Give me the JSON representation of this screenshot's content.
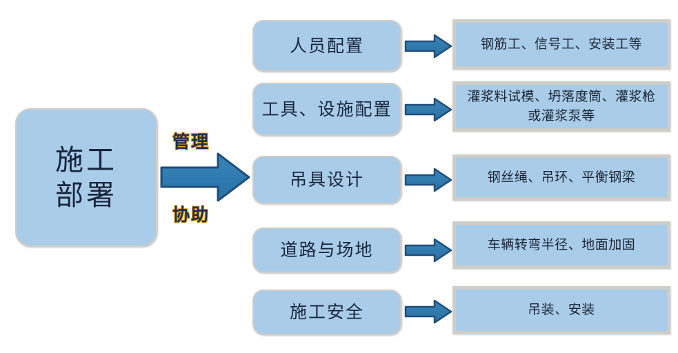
{
  "diagram": {
    "title_box": {
      "label": "施工\n部署",
      "line1": "施工",
      "line2": "部署"
    },
    "relation_labels": {
      "top": "管理",
      "bottom": "协助"
    },
    "colors": {
      "box_fill": "#a9cce8",
      "box_border": "#cfcdc8",
      "detail_border": "#cdcdc9",
      "arrow_fill": "#2e7ab0",
      "arrow_stroke": "#1f4e79",
      "text": "#17253c",
      "label_outline": "#e8a21c",
      "background": "#ffffff"
    },
    "rows": [
      {
        "category": "人员配置",
        "detail": "钢筋工、信号工、安装工等",
        "arrow": "right-block-arrow"
      },
      {
        "category": "工具、设施配置",
        "detail": "灌浆料试模、坍落度筒、灌浆枪或灌浆泵等",
        "arrow": "right-block-arrow"
      },
      {
        "category": "吊具设计",
        "detail": "钢丝绳、吊环、平衡钢梁",
        "arrow": "right-block-arrow"
      },
      {
        "category": "道路与场地",
        "detail": "车辆转弯半径、地面加固",
        "arrow": "right-block-arrow"
      },
      {
        "category": "施工安全",
        "detail": "吊装、安装",
        "arrow": "right-block-arrow"
      }
    ],
    "icons": {
      "main_arrow": "large-right-block-arrow",
      "row_arrow": "right-block-arrow"
    }
  }
}
